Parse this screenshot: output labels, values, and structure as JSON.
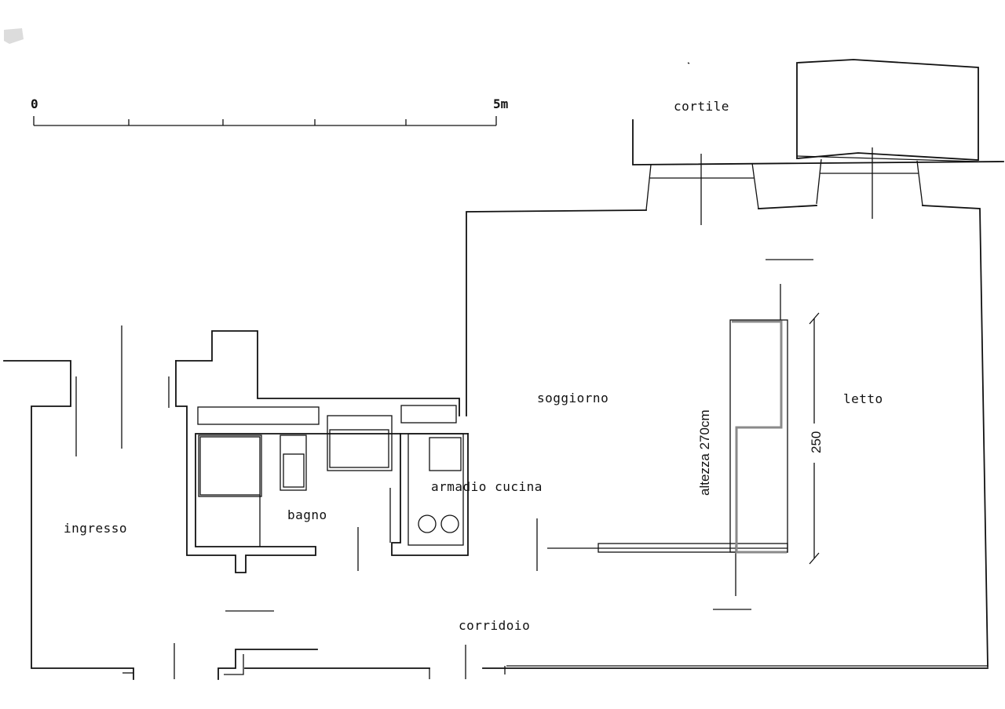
{
  "scale": {
    "start_label": "0",
    "end_label": "5m"
  },
  "rooms": {
    "cortile": "cortile",
    "soggiorno": "soggiorno",
    "letto": "letto",
    "armadio_cucina": "armadio cucina",
    "bagno": "bagno",
    "ingresso": "ingresso",
    "corridoio": "corridoio"
  },
  "dimensions": {
    "height_label": "altezza 270cm",
    "width_label": "250"
  },
  "colors": {
    "line": "#111111",
    "highlight": "#8a8a8a",
    "background": "#ffffff"
  }
}
